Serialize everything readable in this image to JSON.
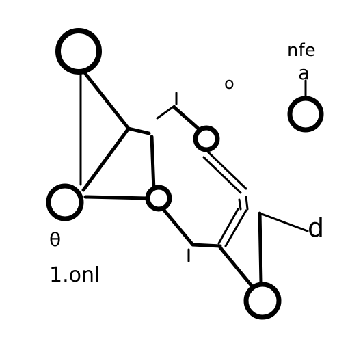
{
  "labels": {
    "top_right": "nfe",
    "top_right_sub": "a",
    "center_o": "o",
    "right_d": "d",
    "left_theta": "θ",
    "left_bottom": "1.onl"
  },
  "colors": {
    "ink": "#000000",
    "background": "#ffffff"
  }
}
